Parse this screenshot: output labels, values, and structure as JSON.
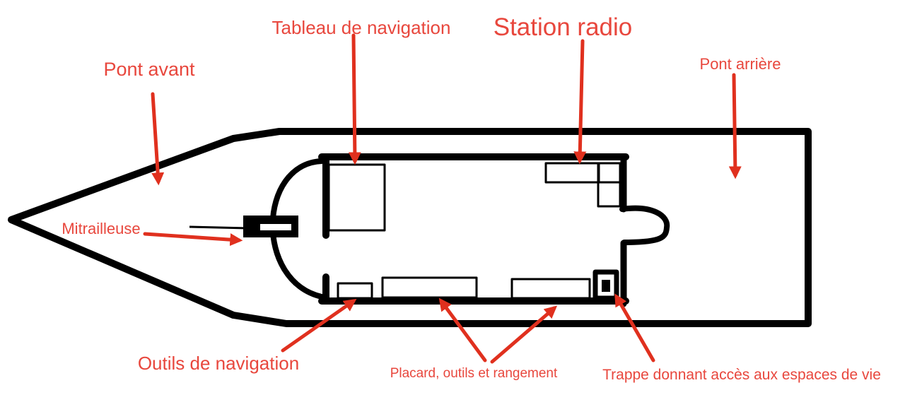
{
  "labels": {
    "tableau_navigation": "Tableau de navigation",
    "station_radio": "Station radio",
    "pont_avant": "Pont avant",
    "pont_arriere": "Pont arrière",
    "mitrailleuse": "Mitrailleuse",
    "outils_navigation": "Outils de navigation",
    "placard": "Placard, outils et rangement",
    "trappe": "Trappe donnant accès aux espaces de vie"
  },
  "colors": {
    "label": "#e8473d",
    "arrow": "#e0301e",
    "outline": "#000000",
    "background": "#ffffff"
  }
}
